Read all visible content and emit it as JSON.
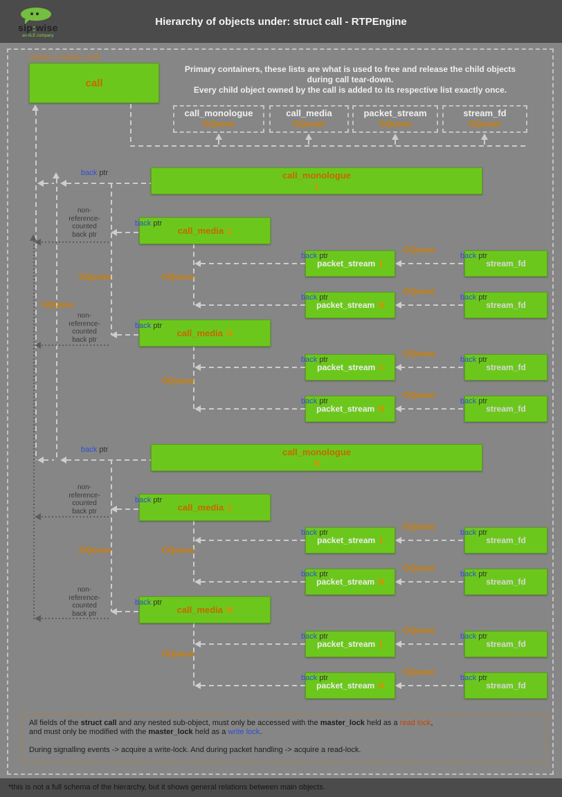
{
  "header": {
    "title": "Hierarchy of objects under: struct call - RTPEngine",
    "brand_sip": "sip",
    "brand_colon": ":",
    "brand_wise": "wise",
    "tagline": "an ALE company"
  },
  "masterlock": "rwlock_t master_lock",
  "intro": {
    "line1": "Primary containers, these lists are what is used to free and release the child objects",
    "line2": "during call tear-down.",
    "line3": "Every child object owned by the call is added to its respective list exactly once."
  },
  "containers": [
    {
      "name": "call_monologue",
      "type": "GQueue"
    },
    {
      "name": "call_media",
      "type": "GQueue"
    },
    {
      "name": "packet_stream",
      "type": "GQueue"
    },
    {
      "name": "stream_fd",
      "type": "GQueue"
    }
  ],
  "names": {
    "call": "call",
    "monologue": "call_monologue",
    "media": "call_media",
    "packet_stream": "packet_stream",
    "stream_fd": "stream_fd",
    "gqueue": "GQueue"
  },
  "nums": {
    "one": "1",
    "n": "N"
  },
  "ptr_label": {
    "back": "back",
    "ptr": "ptr"
  },
  "nonref": {
    "l1": "non-",
    "l2": "reference-",
    "l3": "counted",
    "l4": "back ptr"
  },
  "note": {
    "p1a": "All fields of the ",
    "p1b": "struct call",
    "p1c": " and any nested sub-object, must only be accessed with the ",
    "p1d": "master_lock",
    "p1e": " held as a ",
    "p1f": "read lock",
    "p1g": ",",
    "p2a": "and must only be modified with the ",
    "p2b": "master_lock",
    "p2c": " held as a ",
    "p2d": "write lock",
    "p2e": ".",
    "p3": "During signalling events -> acquire a write-lock. And during packet handling -> acquire a read-lock."
  },
  "bottom_note": "*this is not a full schema of the hierarchy, but it shows general relations between main objects."
}
